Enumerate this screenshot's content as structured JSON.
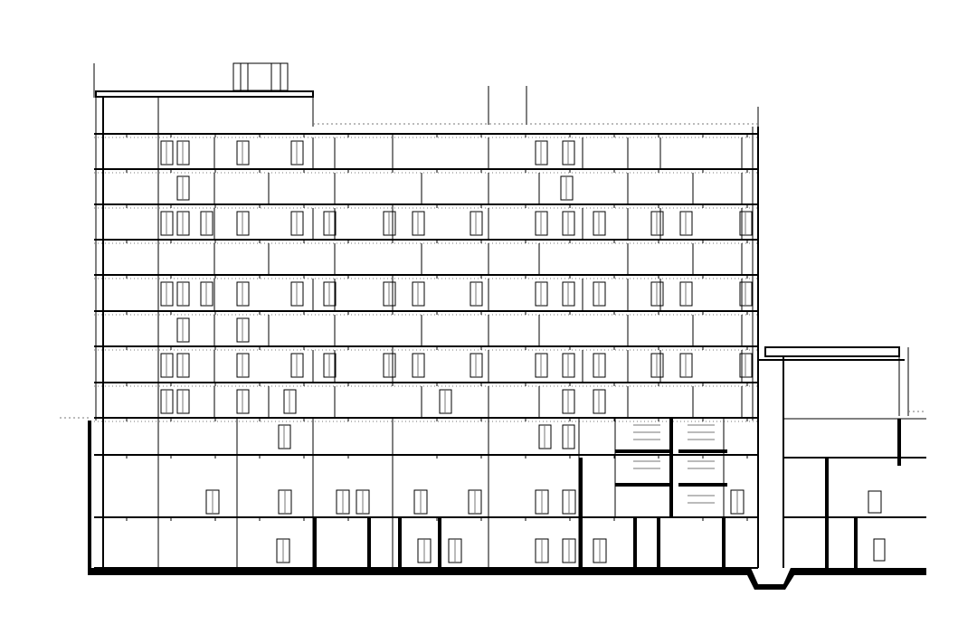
{
  "drawing": {
    "type": "building-section",
    "colors": {
      "line": "#000000",
      "hatch": "#777777",
      "background": "#ffffff"
    },
    "building": {
      "upper_floors": 9,
      "podium_floors": 3,
      "roof_plant_count": 1,
      "annex_floors": 3
    }
  }
}
